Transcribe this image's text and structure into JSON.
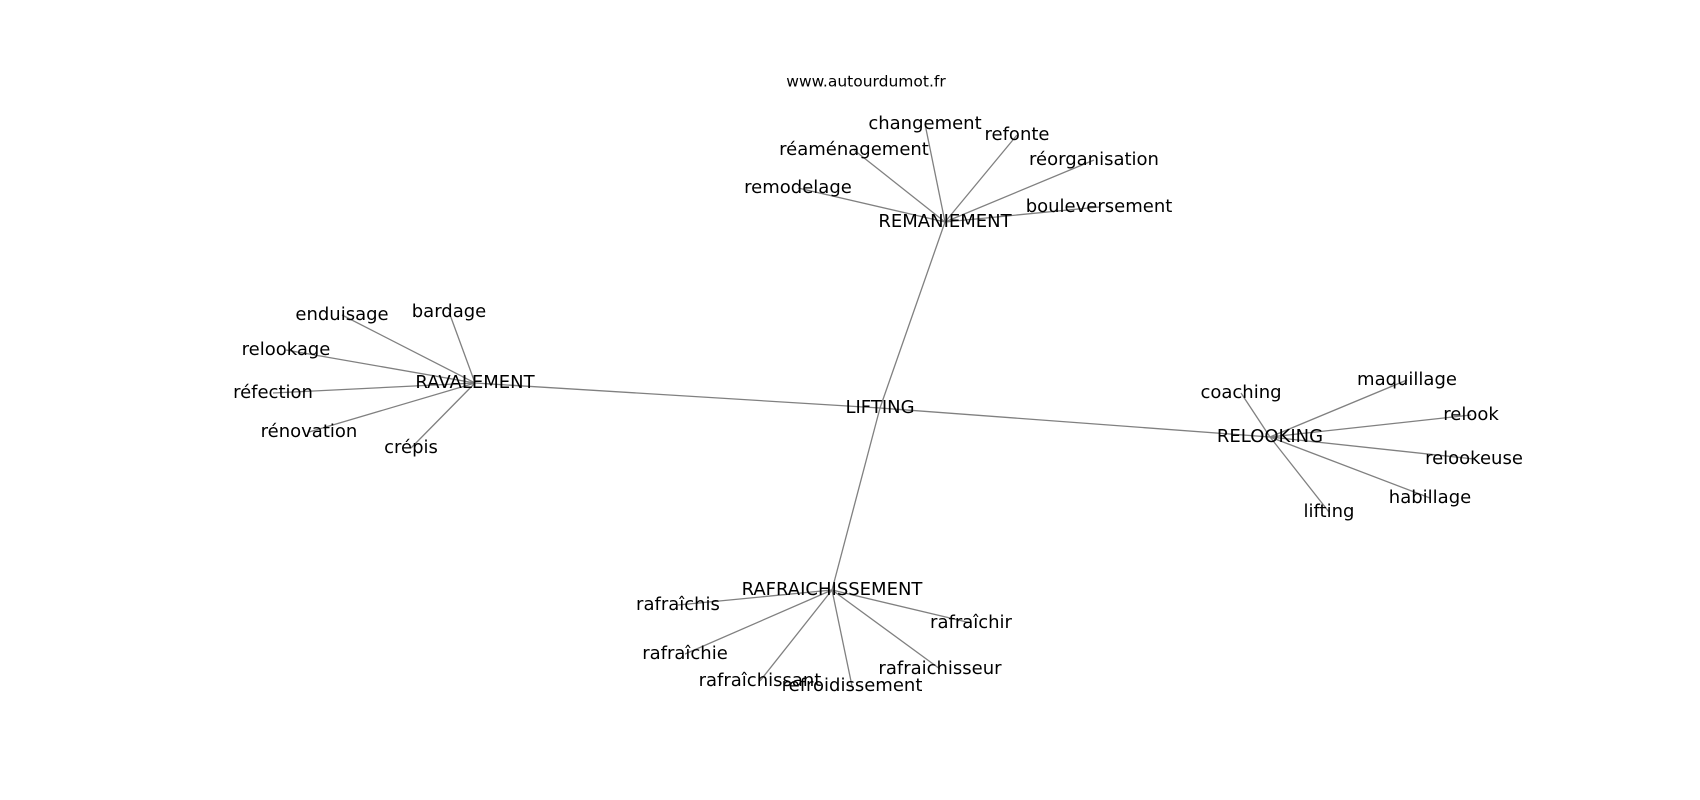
{
  "watermark": "www.autourdumot.fr",
  "center": {
    "id": "lifting_main",
    "label": "LIFTING"
  },
  "hubs": [
    {
      "id": "remaniement",
      "label": "REMANIEMENT",
      "leaves": [
        "remodelage",
        "réaménagement",
        "changement",
        "refonte",
        "réorganisation",
        "bouleversement"
      ]
    },
    {
      "id": "ravalement",
      "label": "RAVALEMENT",
      "leaves": [
        "enduisage",
        "bardage",
        "relookage",
        "réfection",
        "rénovation",
        "crépis"
      ]
    },
    {
      "id": "relooking",
      "label": "RELOOKING",
      "leaves": [
        "coaching",
        "maquillage",
        "relook",
        "relookeuse",
        "habillage",
        "lifting"
      ]
    },
    {
      "id": "rafraichissement",
      "label": "RAFRAICHISSEMENT",
      "leaves": [
        "rafraîchis",
        "rafraîchie",
        "rafraîchissant",
        "refroidissement",
        "rafraichisseur",
        "rafraîchir"
      ]
    }
  ]
}
